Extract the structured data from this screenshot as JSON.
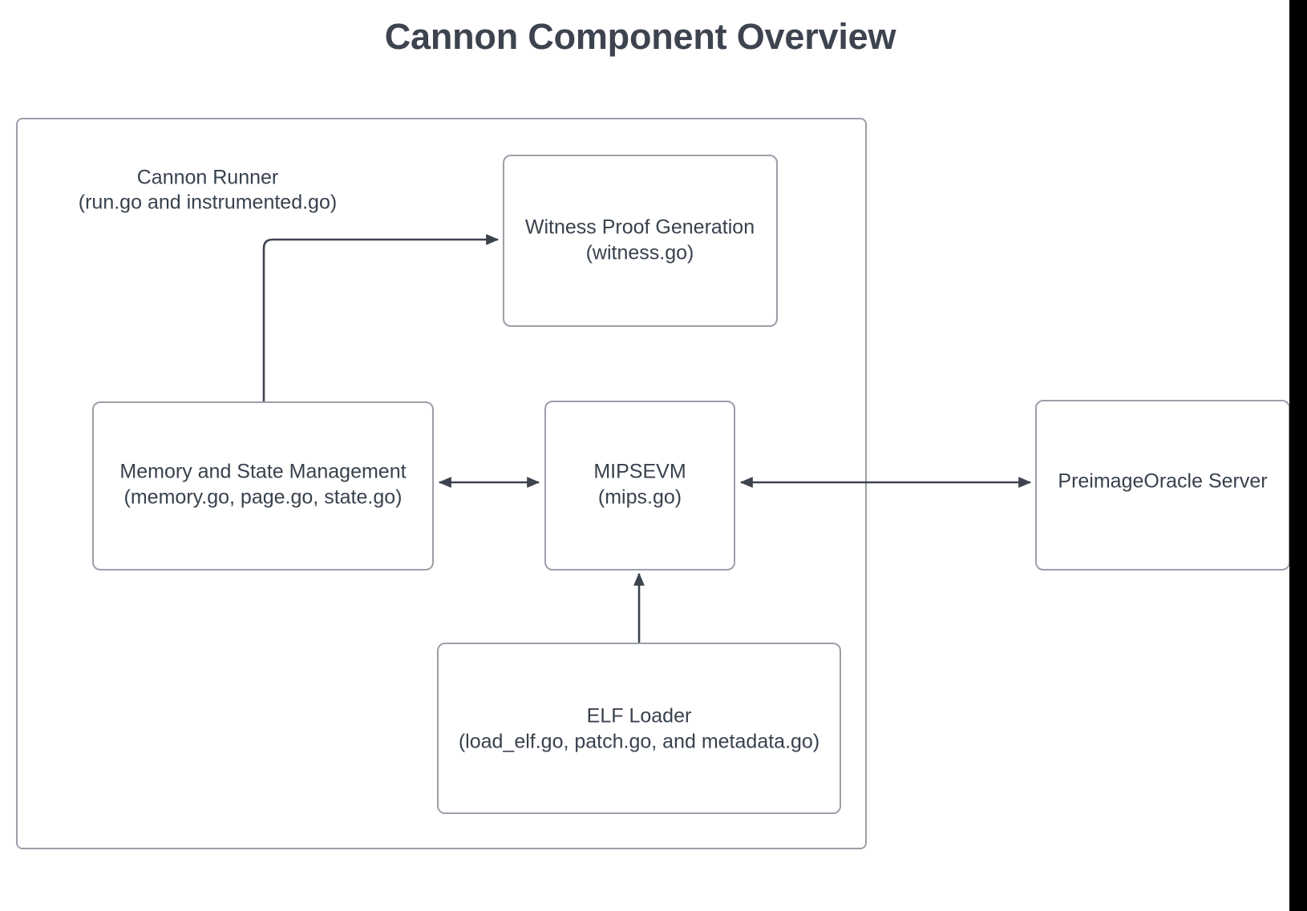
{
  "title": "Cannon Component Overview",
  "colors": {
    "title_text": "#3d434f",
    "node_text": "#38414d",
    "node_border": "#9aa0a8",
    "node_fill": "#ffffff",
    "edge": "#3d434f",
    "canvas": "#ffffff",
    "right_band": "#000000"
  },
  "group": {
    "name": "cannon-runner-group",
    "label_line1": "Cannon Runner",
    "label_line2": "(run.go and instrumented.go)"
  },
  "nodes": [
    {
      "id": "witness",
      "line1": "Witness Proof Generation",
      "line2": "(witness.go)"
    },
    {
      "id": "memory",
      "line1": "Memory and State Management",
      "line2": "(memory.go, page.go, state.go)"
    },
    {
      "id": "mipsevm",
      "line1": "MIPSEVM",
      "line2": "(mips.go)"
    },
    {
      "id": "elfloader",
      "line1": "ELF Loader",
      "line2": "(load_elf.go, patch.go, and metadata.go)"
    },
    {
      "id": "preimage",
      "line1": "PreimageOracle Server",
      "line2": ""
    }
  ],
  "edges": [
    {
      "id": "memory-to-witness",
      "from": "memory",
      "to": "witness",
      "direction": "one-way"
    },
    {
      "id": "memory-mipsevm",
      "from": "memory",
      "to": "mipsevm",
      "direction": "two-way"
    },
    {
      "id": "mipsevm-preimage",
      "from": "mipsevm",
      "to": "preimage",
      "direction": "two-way"
    },
    {
      "id": "elfloader-to-mipsevm",
      "from": "elfloader",
      "to": "mipsevm",
      "direction": "one-way"
    }
  ]
}
